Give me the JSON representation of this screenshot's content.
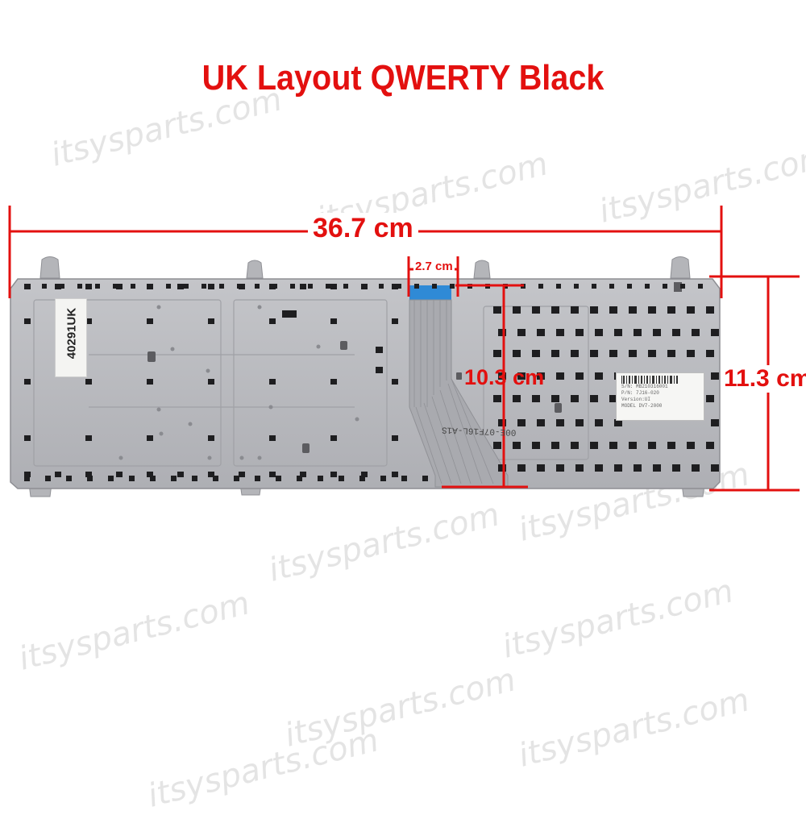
{
  "title": "UK Layout QWERTY Black",
  "accent_color": "#e3100f",
  "keyboard_color": "#b8b9bd",
  "dimensions": {
    "width": "36.7 cm",
    "height": "11.3 cm",
    "cable_width": "2.7 cm",
    "cable_length": "10.3 cm"
  },
  "labels": {
    "sku": "40291UK",
    "cable_code": "00E-07F16L-A1S",
    "serial_lines": [
      "S/N: MB210316001",
      "P/N: 7J16-020",
      "Version:UI",
      "MODEL DV7-2000"
    ]
  },
  "watermark": "itsysparts.com"
}
